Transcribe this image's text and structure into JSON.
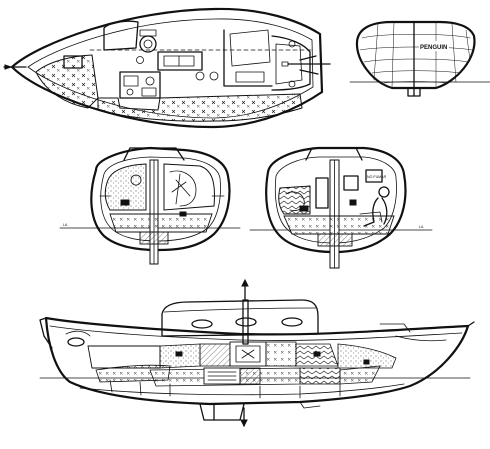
{
  "labels": {
    "boat_name": "PENGUIN",
    "waterline_left": "LA",
    "waterline_right": "LA",
    "galley_sign": "NO FUMAR"
  }
}
